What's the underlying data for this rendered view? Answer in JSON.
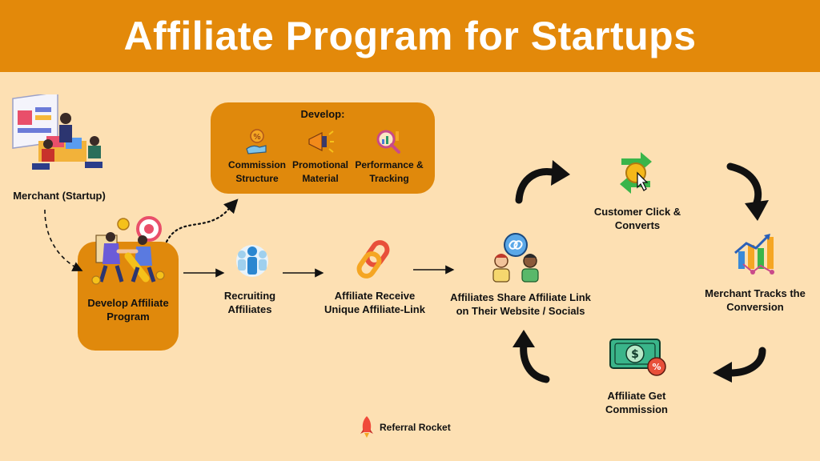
{
  "title": "Affiliate Program for Startups",
  "merchant": "Merchant (Startup)",
  "develop_box": {
    "heading": "Develop:",
    "items": [
      {
        "line1": "Commission",
        "line2": "Structure"
      },
      {
        "line1": "Promotional",
        "line2": "Material"
      },
      {
        "line1": "Performance &",
        "line2": "Tracking"
      }
    ]
  },
  "steps": {
    "develop_program": {
      "line1": "Develop Affiliate",
      "line2": "Program"
    },
    "recruiting": {
      "line1": "Recruiting",
      "line2": "Affiliates"
    },
    "receive_link": {
      "line1": "Affiliate Receive",
      "line2": "Unique Affiliate-Link"
    },
    "share_link": {
      "line1": "Affiliates Share Affiliate Link",
      "line2": "on Their Website / Socials"
    },
    "customer_click": {
      "line1": "Customer Click &",
      "line2": "Converts"
    },
    "merchant_tracks": {
      "line1": "Merchant Tracks the",
      "line2": "Conversion"
    },
    "get_commission": {
      "line1": "Affiliate Get",
      "line2": "Commission"
    }
  },
  "brand": "Referral Rocket",
  "colors": {
    "header": "#e3890a",
    "background": "#fde0b3",
    "box": "#e0890c",
    "title_text": "#ffffff"
  }
}
